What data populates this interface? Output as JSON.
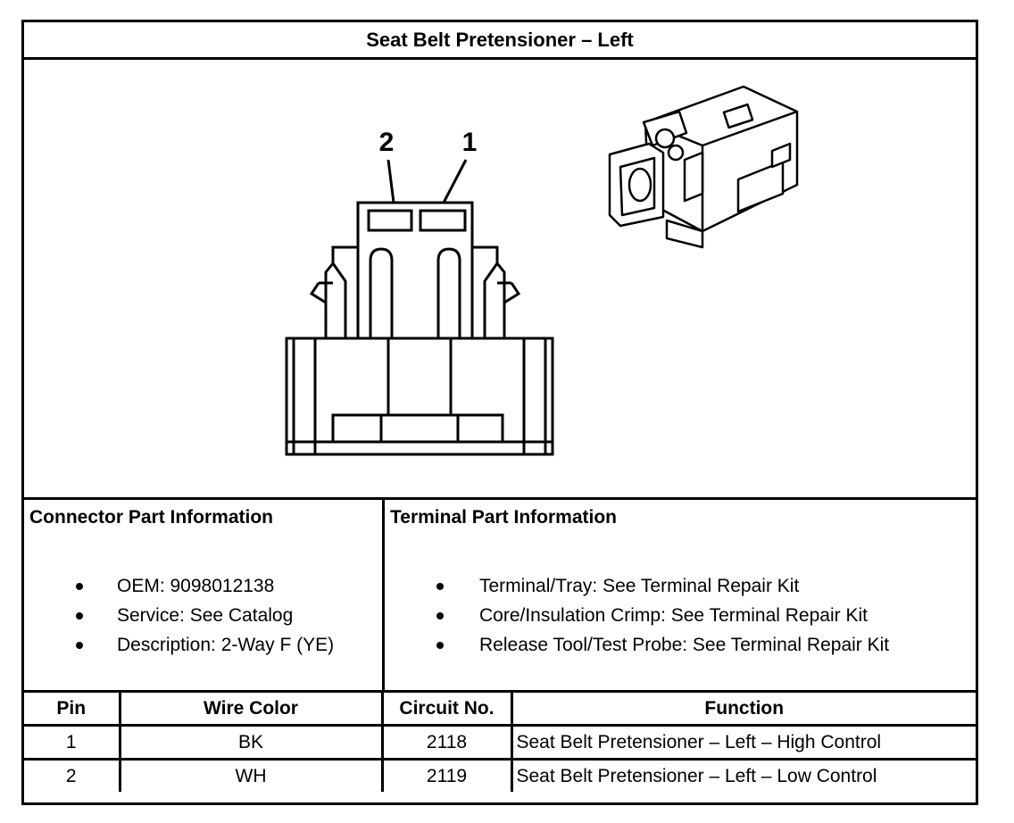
{
  "title": "Seat Belt Pretensioner – Left",
  "diagram": {
    "pin_labels": [
      "2",
      "1"
    ]
  },
  "connector_info": {
    "heading": "Connector Part Information",
    "items": [
      "OEM: 9098012138",
      "Service: See Catalog",
      "Description: 2-Way F (YE)"
    ]
  },
  "terminal_info": {
    "heading": "Terminal Part Information",
    "items": [
      "Terminal/Tray: See Terminal Repair Kit",
      "Core/Insulation Crimp: See Terminal Repair Kit",
      "Release Tool/Test Probe: See Terminal Repair Kit"
    ]
  },
  "pin_table": {
    "headers": [
      "Pin",
      "Wire Color",
      "Circuit No.",
      "Function"
    ],
    "rows": [
      [
        "1",
        "BK",
        "2118",
        "Seat Belt Pretensioner – Left – High Control"
      ],
      [
        "2",
        "WH",
        "2119",
        "Seat Belt Pretensioner – Left – Low Control"
      ]
    ]
  }
}
